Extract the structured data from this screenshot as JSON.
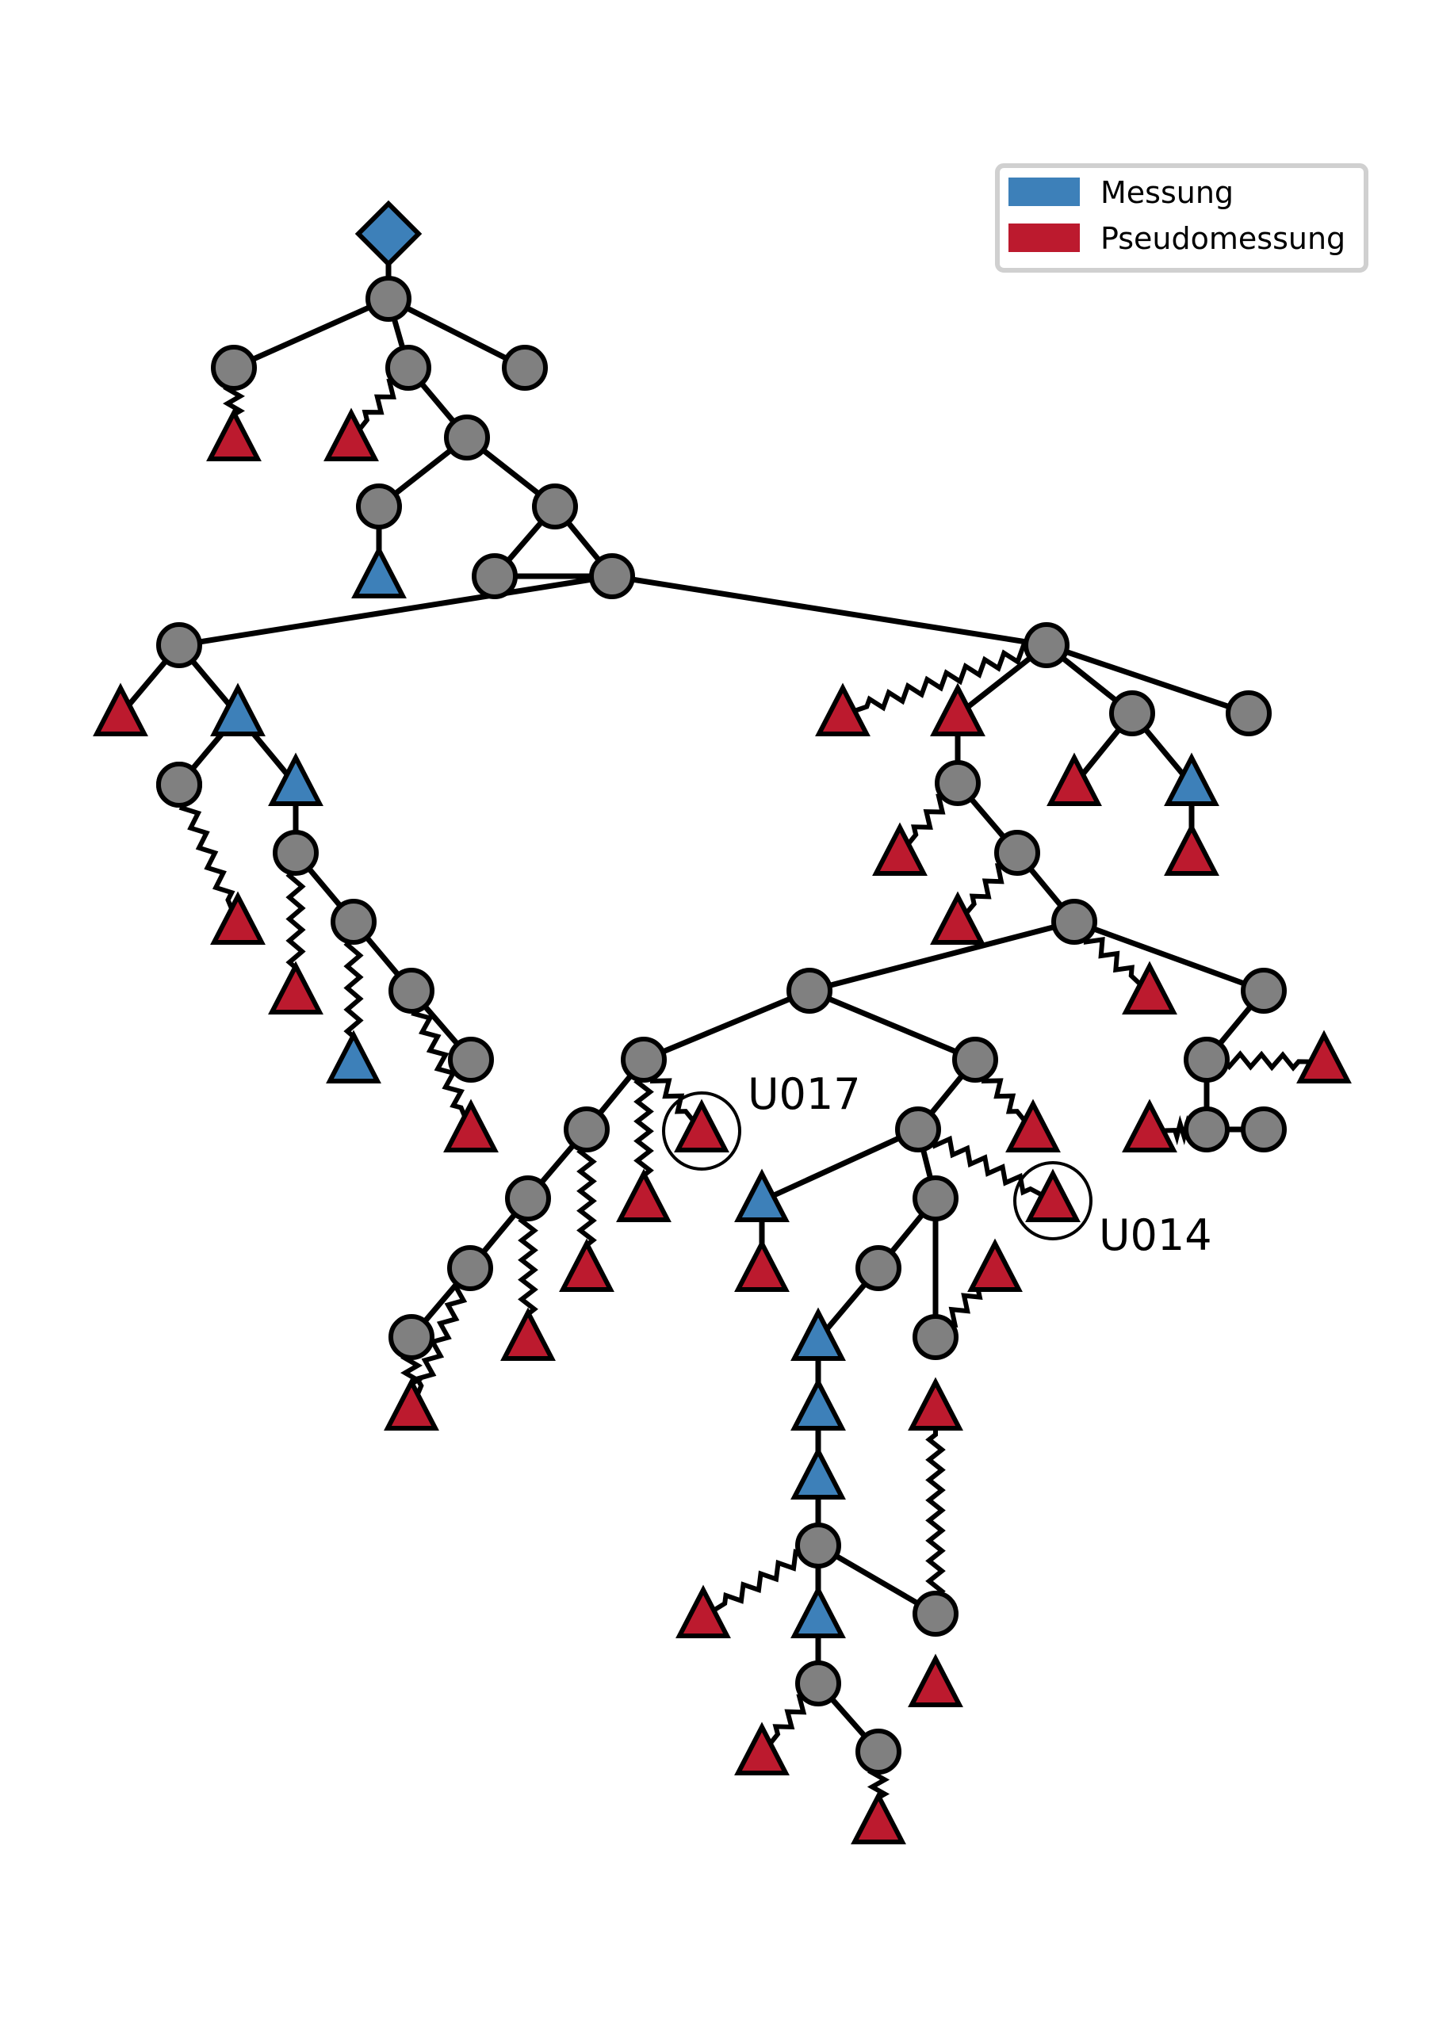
{
  "colors": {
    "measurement": "#3d80b9",
    "pseudo": "#bc1a2e",
    "node": "#808080",
    "stroke": "#000000"
  },
  "legend": {
    "items": [
      {
        "label": "Messung",
        "color": "#3d80b9"
      },
      {
        "label": "Pseudomessung",
        "color": "#bc1a2e"
      }
    ]
  },
  "highlights": [
    {
      "label": "U017",
      "target": "T_U017"
    },
    {
      "label": "U014",
      "target": "T_U014"
    }
  ],
  "graph": {
    "source": "S",
    "nodes": [
      "N01",
      "N02",
      "N03",
      "N04",
      "N05",
      "N06",
      "N07",
      "N08",
      "N09",
      "N10",
      "N11",
      "N12",
      "N13",
      "N14",
      "N15",
      "N16",
      "N17",
      "N18",
      "N19",
      "N20",
      "N21",
      "N22",
      "N23",
      "N24",
      "N25",
      "N26",
      "N27",
      "N28",
      "N29",
      "N30",
      "N31",
      "N32",
      "N33",
      "N34",
      "N35",
      "N36",
      "N37",
      "N38",
      "N39",
      "N40",
      "N41",
      "N42",
      "N43",
      "N44",
      "N45",
      "N46",
      "N47",
      "N48"
    ],
    "measurements": [
      {
        "id": "T01",
        "kind": "pseudo"
      },
      {
        "id": "T02",
        "kind": "pseudo"
      },
      {
        "id": "T03",
        "kind": "measurement"
      },
      {
        "id": "T04",
        "kind": "pseudo"
      },
      {
        "id": "T05",
        "kind": "measurement"
      },
      {
        "id": "T06",
        "kind": "measurement"
      },
      {
        "id": "T07",
        "kind": "pseudo"
      },
      {
        "id": "T08",
        "kind": "pseudo"
      },
      {
        "id": "T09",
        "kind": "measurement"
      },
      {
        "id": "T10",
        "kind": "pseudo"
      },
      {
        "id": "T11",
        "kind": "pseudo"
      },
      {
        "id": "T12",
        "kind": "pseudo"
      },
      {
        "id": "T13",
        "kind": "pseudo"
      },
      {
        "id": "T14",
        "kind": "measurement"
      },
      {
        "id": "T15",
        "kind": "pseudo"
      },
      {
        "id": "T16",
        "kind": "pseudo"
      },
      {
        "id": "T17",
        "kind": "pseudo"
      },
      {
        "id": "T18",
        "kind": "pseudo"
      },
      {
        "id": "T19",
        "kind": "pseudo"
      },
      {
        "id": "T20",
        "kind": "pseudo"
      },
      {
        "id": "T21",
        "kind": "pseudo"
      },
      {
        "id": "T22",
        "kind": "pseudo"
      },
      {
        "id": "T_U017",
        "kind": "pseudo"
      },
      {
        "id": "T23",
        "kind": "pseudo"
      },
      {
        "id": "T24",
        "kind": "pseudo"
      },
      {
        "id": "T25",
        "kind": "pseudo"
      },
      {
        "id": "T26",
        "kind": "pseudo"
      },
      {
        "id": "T27",
        "kind": "pseudo"
      },
      {
        "id": "T_U014",
        "kind": "pseudo"
      },
      {
        "id": "T28",
        "kind": "measurement"
      },
      {
        "id": "T29",
        "kind": "pseudo"
      },
      {
        "id": "T30",
        "kind": "pseudo"
      },
      {
        "id": "T31",
        "kind": "pseudo"
      },
      {
        "id": "T32",
        "kind": "measurement"
      },
      {
        "id": "T33",
        "kind": "measurement"
      },
      {
        "id": "T34",
        "kind": "measurement"
      },
      {
        "id": "T35",
        "kind": "pseudo"
      },
      {
        "id": "T36",
        "kind": "measurement"
      },
      {
        "id": "T37",
        "kind": "pseudo"
      },
      {
        "id": "T38",
        "kind": "pseudo"
      },
      {
        "id": "T39",
        "kind": "pseudo"
      }
    ],
    "edges": [
      [
        "N01",
        "N02"
      ],
      [
        "N01",
        "N03"
      ],
      [
        "N01",
        "N04"
      ],
      [
        "N03",
        "N05"
      ],
      [
        "N05",
        "N06"
      ],
      [
        "N05",
        "N07"
      ],
      [
        "N07",
        "N08"
      ],
      [
        "N07",
        "N09"
      ],
      [
        "N09",
        "N10"
      ],
      [
        "N09",
        "N11"
      ],
      [
        "N11",
        "N12"
      ],
      [
        "N12",
        "T04"
      ],
      [
        "N12",
        "T05"
      ],
      [
        "T05",
        "N13"
      ],
      [
        "T05",
        "T06"
      ],
      [
        "T06",
        "N14"
      ],
      [
        "N14",
        "N15"
      ],
      [
        "N15",
        "N16"
      ],
      [
        "N16",
        "N17"
      ],
      [
        "N11",
        "N18"
      ],
      [
        "N18",
        "T12"
      ],
      [
        "N18",
        "N20"
      ],
      [
        "N18",
        "N21"
      ],
      [
        "T12",
        "N19"
      ],
      [
        "N19",
        "N22"
      ],
      [
        "N20",
        "T13"
      ],
      [
        "N20",
        "T14"
      ],
      [
        "T14",
        "T15"
      ],
      [
        "N22",
        "N23"
      ],
      [
        "N23",
        "N24"
      ],
      [
        "N23",
        "N25"
      ],
      [
        "N25",
        "N26"
      ],
      [
        "N26",
        "N27"
      ],
      [
        "N27",
        "N28"
      ],
      [
        "N28",
        "N29"
      ],
      [
        "N25",
        "N30"
      ],
      [
        "N30",
        "N31"
      ],
      [
        "N31",
        "T28"
      ],
      [
        "T28",
        "T29"
      ],
      [
        "N31",
        "N32"
      ],
      [
        "N32",
        "N33"
      ],
      [
        "N33",
        "T32"
      ],
      [
        "T32",
        "T33"
      ],
      [
        "T33",
        "T34"
      ],
      [
        "T34",
        "N35"
      ],
      [
        "N35",
        "T36"
      ],
      [
        "N35",
        "N36"
      ],
      [
        "T36",
        "N37"
      ],
      [
        "N37",
        "N38"
      ],
      [
        "N33",
        "N34"
      ],
      [
        "N24",
        "N39"
      ],
      [
        "N39",
        "N40"
      ],
      [
        "N40",
        "N41"
      ],
      [
        "N06",
        "T03"
      ]
    ],
    "pseudo_links": [
      [
        "N02",
        "T01"
      ],
      [
        "N03",
        "T02"
      ],
      [
        "N13",
        "T07"
      ],
      [
        "N14",
        "T08"
      ],
      [
        "N15",
        "T09"
      ],
      [
        "N16",
        "T10"
      ],
      [
        "N17",
        "T11"
      ],
      [
        "N19",
        "T16"
      ],
      [
        "N22",
        "T17"
      ],
      [
        "N24",
        "T18"
      ],
      [
        "N39",
        "T19"
      ],
      [
        "N40",
        "T20"
      ],
      [
        "N41",
        "T21"
      ],
      [
        "N26",
        "T22"
      ],
      [
        "N26",
        "T_U017"
      ],
      [
        "N27",
        "T23"
      ],
      [
        "N28",
        "T24"
      ],
      [
        "N29",
        "T25"
      ],
      [
        "N30",
        "T26"
      ],
      [
        "N31",
        "T27"
      ],
      [
        "N31",
        "T_U014"
      ],
      [
        "N32",
        "T30"
      ],
      [
        "N34",
        "T31"
      ],
      [
        "N35",
        "T35"
      ],
      [
        "N36",
        "T37"
      ],
      [
        "N37",
        "T38"
      ],
      [
        "N38",
        "T39"
      ]
    ]
  }
}
